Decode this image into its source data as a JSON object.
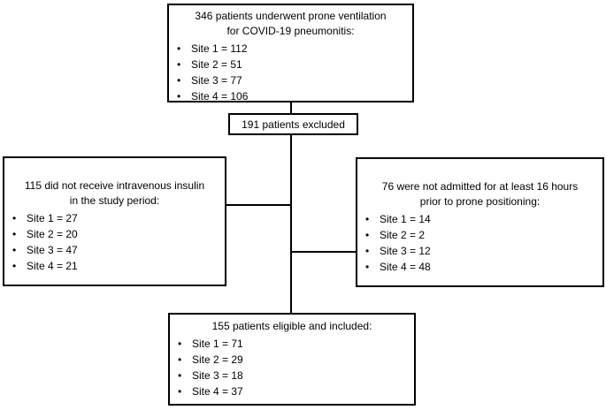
{
  "diagram": {
    "colors": {
      "border": "#000000",
      "background": "#ffffff",
      "text": "#000000"
    },
    "nodes": {
      "enrolled": {
        "title_lines": [
          "346 patients underwent prone ventilation",
          "for COVID-19 pneumonitis:"
        ],
        "items": [
          "Site 1 = 112",
          "Site 2 = 51",
          "Site 3 = 77",
          "Site 4 = 106"
        ]
      },
      "excluded": {
        "label": "191 patients excluded"
      },
      "no_insulin": {
        "title_lines": [
          "115 did not receive intravenous insulin",
          "in the study period:"
        ],
        "items": [
          "Site 1 = 27",
          "Site 2 = 20",
          "Site 3 = 47",
          "Site 4 = 21"
        ]
      },
      "not_admitted": {
        "title_lines": [
          "76 were not admitted for at least 16 hours",
          "prior to prone positioning:"
        ],
        "items": [
          "Site 1 = 14",
          "Site 2 = 2",
          "Site 3 = 12",
          "Site 4 = 48"
        ]
      },
      "included": {
        "title_lines": [
          "155 patients eligible and included:"
        ],
        "items": [
          "Site 1 = 71",
          "Site 2 = 29",
          "Site 3 = 18",
          "Site 4 = 37"
        ]
      }
    }
  }
}
